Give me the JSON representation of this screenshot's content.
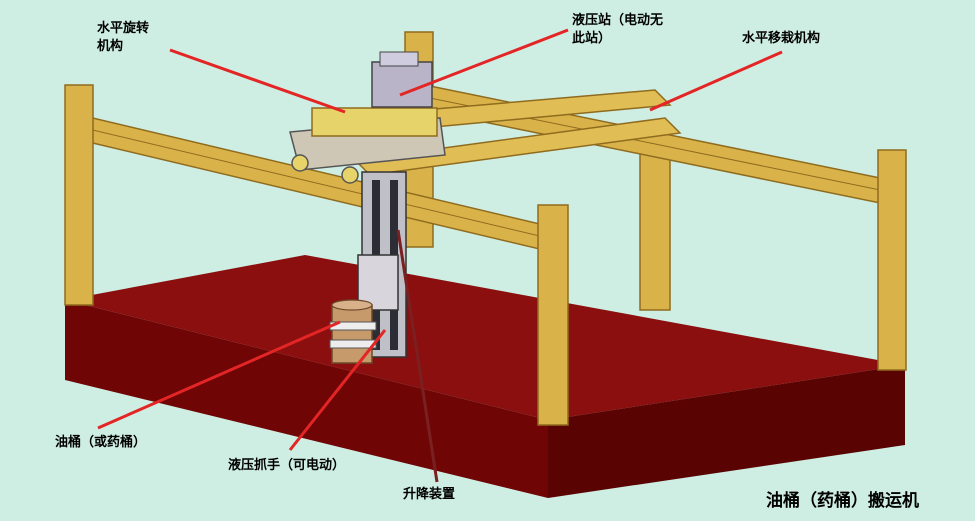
{
  "labels": {
    "horizontal_rotation": [
      "水平旋转",
      "机构"
    ],
    "hydraulic_station": [
      "液压站（电动无",
      "此站）"
    ],
    "horizontal_transfer": "水平移栽机构",
    "oil_drum": "油桶（或药桶）",
    "hydraulic_gripper": "液压抓手（可电动）",
    "lifting_device": "升降装置"
  },
  "title": "油桶（药桶）搬运机",
  "colors": {
    "background": "#cfeee3",
    "base_top": "#8b0f0f",
    "base_front": "#6f0505",
    "base_side": "#5a0303",
    "frame": "#d9b34a",
    "frame_dark": "#8f6b1e",
    "leader_line": "#e32525",
    "lift_line": "#7a2020"
  }
}
